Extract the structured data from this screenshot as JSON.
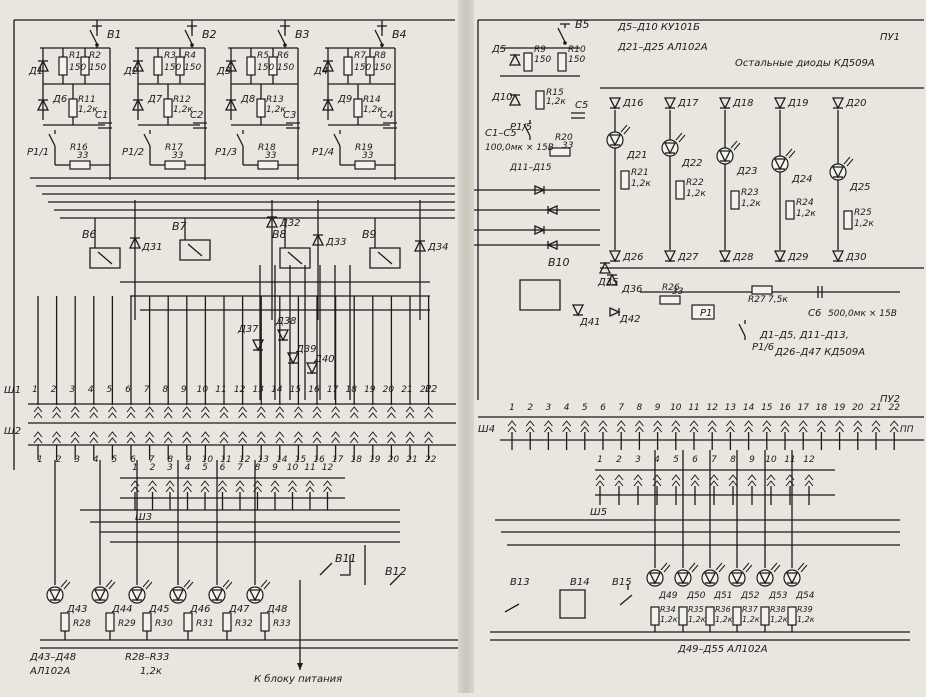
{
  "left_page": {
    "notes": {
      "leds_bottom": "Д43–Д48",
      "leds_bottom_type": "АЛ102А",
      "resistors_bottom": "R28–R33",
      "resistors_bottom_value": "1,2к",
      "power": "К блоку питания"
    },
    "top_switches": [
      "В1",
      "В2",
      "В3",
      "В4"
    ],
    "top_diodes": [
      "Д1",
      "Д2",
      "Д3",
      "Д4"
    ],
    "top_resistors": [
      {
        "a": "R1",
        "av": "150",
        "b": "R2",
        "bv": "150"
      },
      {
        "a": "R3",
        "av": "150",
        "b": "R4",
        "bv": "150"
      },
      {
        "a": "R5",
        "av": "150",
        "b": "R6",
        "bv": "150"
      },
      {
        "a": "R7",
        "av": "150",
        "b": "R8",
        "bv": "150"
      }
    ],
    "row2_diodes": [
      "Д6",
      "Д7",
      "Д8",
      "Д9"
    ],
    "row2_resistors": [
      {
        "name": "R11",
        "value": "1,2к"
      },
      {
        "name": "R12",
        "value": "1,2к"
      },
      {
        "name": "R13",
        "value": "1,2к"
      },
      {
        "name": "R14",
        "value": "1,2к"
      }
    ],
    "capacitors": [
      "C1",
      "C2",
      "C3",
      "C4"
    ],
    "relays": [
      "Р1/1",
      "Р1/2",
      "Р1/3",
      "Р1/4"
    ],
    "row3_resistors": [
      {
        "name": "R16",
        "value": "33"
      },
      {
        "name": "R17",
        "value": "33"
      },
      {
        "name": "R18",
        "value": "33"
      },
      {
        "name": "R19",
        "value": "33"
      }
    ],
    "mid_switches": [
      "В6",
      "В7",
      "В8",
      "В9"
    ],
    "mid_diodes": [
      "Д31",
      "Д32",
      "Д33",
      "Д34"
    ],
    "lower_diodes": [
      "Д37",
      "Д38",
      "Д39",
      "Д40"
    ],
    "connector_top": "Ш1",
    "connector_top_end": "Р2",
    "connector_mid": "Ш2",
    "connector_bottom": "Ш3",
    "pins22": [
      "1",
      "2",
      "3",
      "4",
      "5",
      "6",
      "7",
      "8",
      "9",
      "10",
      "11",
      "12",
      "13",
      "14",
      "15",
      "16",
      "17",
      "18",
      "19",
      "20",
      "21",
      "22"
    ],
    "pins12": [
      "1",
      "2",
      "3",
      "4",
      "5",
      "6",
      "7",
      "8",
      "9",
      "10",
      "11",
      "12"
    ],
    "bottom_switches": [
      "В11",
      "В12"
    ],
    "bottom_leds": [
      "Д43",
      "Д44",
      "Д45",
      "Д46",
      "Д47",
      "Д48"
    ],
    "bottom_resistors": [
      "R28",
      "R29",
      "R30",
      "R31",
      "R32",
      "R33"
    ]
  },
  "right_page": {
    "page_label": "ПУ1",
    "page_label_2": "ПУ2",
    "notes": {
      "top_diodes": "Д5–Д10 КУ101Б",
      "top_leds": "Д21–Д25 АЛ102А",
      "other_diodes": "Остальные диоды КД509А",
      "cap_spec": "C1–C5",
      "cap_spec_value": "100,0мк × 15В",
      "diode_list_1": "Д1–Д5, Д11–Д13,",
      "diode_list_2": "Д26–Д47 КД509А",
      "bottom_leds": "Д49–Д55 АЛ102А"
    },
    "switch": "В5",
    "diodes_left": [
      "Д5",
      "Д10"
    ],
    "resistors_top": [
      {
        "name": "R9",
        "value": "150"
      },
      {
        "name": "R10",
        "value": "150"
      }
    ],
    "r15": {
      "name": "R15",
      "value": "1,2к"
    },
    "c5": "C5",
    "relay": "Р1/5",
    "r20": {
      "name": "R20",
      "value": "33"
    },
    "diode_group": "Д11–Д15",
    "top_row_diodes": [
      "Д16",
      "Д17",
      "Д18",
      "Д19",
      "Д20"
    ],
    "leds": [
      "Д21",
      "Д22",
      "Д23",
      "Д24",
      "Д25"
    ],
    "led_resistors": [
      {
        "name": "R21",
        "value": "1,2к"
      },
      {
        "name": "R22",
        "value": "1,2к"
      },
      {
        "name": "R23",
        "value": "1,2к"
      },
      {
        "name": "R24",
        "value": "1,2к"
      },
      {
        "name": "R25",
        "value": "1,2к"
      }
    ],
    "bottom_row_diodes": [
      "Д26",
      "Д27",
      "Д28",
      "Д29",
      "Д30"
    ],
    "switch_b10": "В10",
    "d35": "Д35",
    "d36": "Д36",
    "d41": "Д41",
    "d42": "Д42",
    "r26": {
      "name": "R26",
      "value": "33"
    },
    "r27": {
      "name": "R27",
      "value": "7,5к"
    },
    "relay_coil": "Р1",
    "c6": {
      "name": "C6",
      "value": "500,0мк × 15В"
    },
    "relay_contact": "Р1/6",
    "connector_top": "Ш4",
    "connector_bottom": "Ш5",
    "connector_end": "ПП",
    "pins22": [
      "1",
      "2",
      "3",
      "4",
      "5",
      "6",
      "7",
      "8",
      "9",
      "10",
      "11",
      "12",
      "13",
      "14",
      "15",
      "16",
      "17",
      "18",
      "19",
      "20",
      "21",
      "22"
    ],
    "pins12": [
      "1",
      "2",
      "3",
      "4",
      "5",
      "6",
      "7",
      "8",
      "9",
      "10",
      "11",
      "12"
    ],
    "bottom_switches": [
      "В13",
      "В14",
      "В15"
    ],
    "bottom_leds": [
      "Д49",
      "Д50",
      "Д51",
      "Д52",
      "Д53",
      "Д54"
    ],
    "bottom_resistors": [
      {
        "name": "R34",
        "value": "1,2к"
      },
      {
        "name": "R35",
        "value": "1,2к"
      },
      {
        "name": "R36",
        "value": "1,2к"
      },
      {
        "name": "R37",
        "value": "1,2к"
      },
      {
        "name": "R38",
        "value": "1,2к"
      },
      {
        "name": "R39",
        "value": "1,2к"
      }
    ]
  }
}
